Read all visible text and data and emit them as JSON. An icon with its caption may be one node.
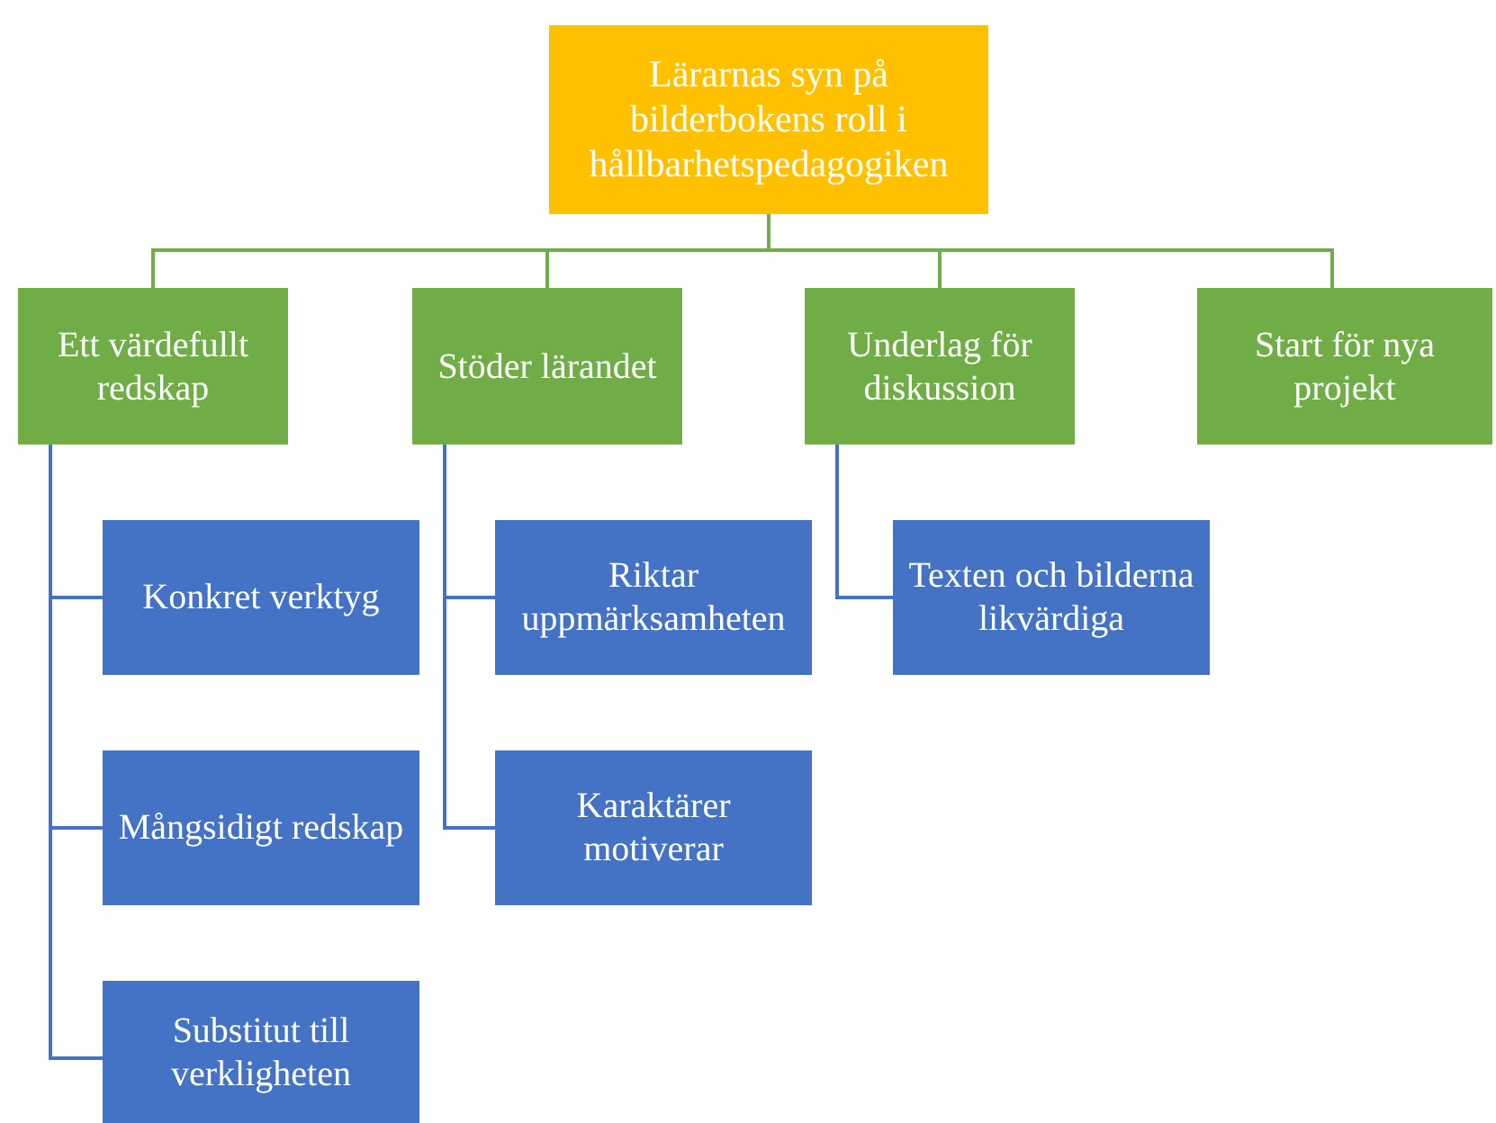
{
  "diagram": {
    "nodes": [
      {
        "text": [
          "Lärarnas syn på bilderbokens roll i hållbarhetspedagogiken"
        ]
      },
      {
        "text": [
          "Ett värdefullt redskap"
        ]
      },
      {
        "text": [
          "Stöder lärandet"
        ]
      },
      {
        "text": [
          "Underlag för diskussion"
        ]
      },
      {
        "text": [
          "Start för nya projekt"
        ]
      },
      {
        "text": [
          "Konkret verktyg"
        ]
      },
      {
        "text": [
          "Mångsidigt redskap"
        ]
      },
      {
        "text": [
          "Substitut till verkligheten"
        ]
      },
      {
        "text": [
          "Riktar uppmärksamheten"
        ]
      },
      {
        "text": [
          "Karaktärer motiverar"
        ]
      },
      {
        "text": [
          "Texten och bilderna likvärdiga"
        ]
      }
    ],
    "edges": [
      {
        "from": 0,
        "to": 1,
        "arrow": "none",
        "color": "#70ad47"
      },
      {
        "from": 0,
        "to": 2,
        "arrow": "none",
        "color": "#70ad47"
      },
      {
        "from": 0,
        "to": 3,
        "arrow": "none",
        "color": "#70ad47"
      },
      {
        "from": 0,
        "to": 4,
        "arrow": "none",
        "color": "#70ad47"
      },
      {
        "from": 1,
        "to": 5,
        "arrow": "none"
      },
      {
        "from": 1,
        "to": 6,
        "arrow": "none"
      },
      {
        "from": 1,
        "to": 7,
        "arrow": "none"
      },
      {
        "from": 2,
        "to": 8,
        "arrow": "none"
      },
      {
        "from": 2,
        "to": 9,
        "arrow": "none"
      },
      {
        "from": 3,
        "to": 10,
        "arrow": "none"
      }
    ]
  }
}
